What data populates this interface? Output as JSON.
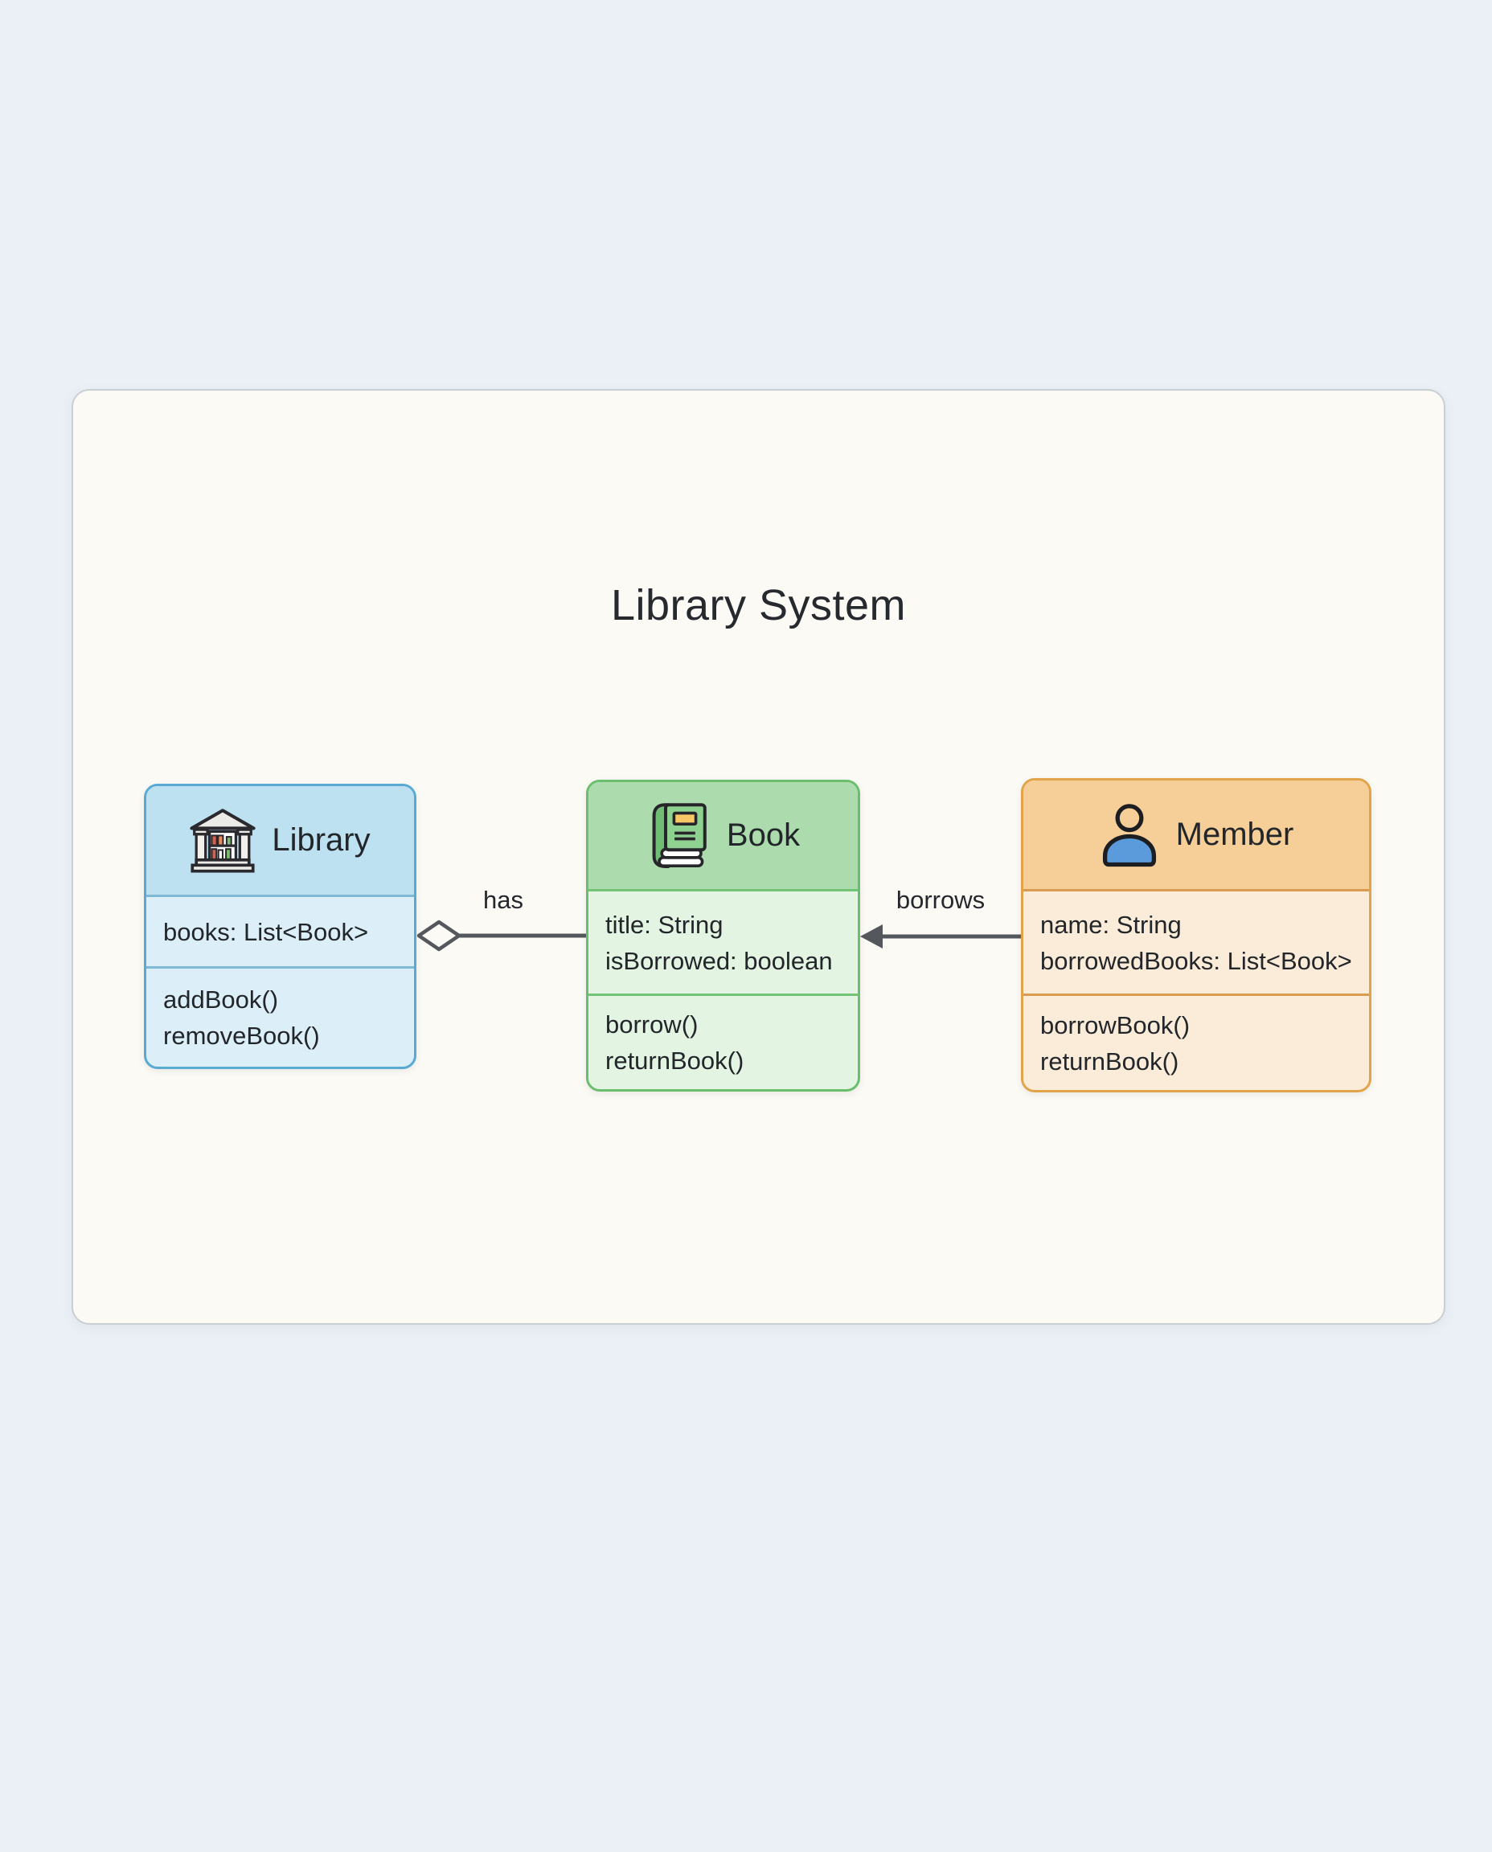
{
  "page": {
    "background": "#EBF0F6"
  },
  "canvas": {
    "background": "#FCFAF5",
    "border": "#CACFD4"
  },
  "title": "Library System",
  "text_color": "#22262A",
  "connector_color": "#54585D",
  "classes": [
    {
      "name": "Library",
      "icon": "library-building-icon",
      "attributes": [
        "books: List<Book>"
      ],
      "methods": [
        "addBook()",
        "removeBook()"
      ],
      "colors": {
        "border": "#58AAD3",
        "header": "#BEE1F2",
        "body": "#DCEFF9",
        "divider": "#7FB9D8"
      }
    },
    {
      "name": "Book",
      "icon": "book-icon",
      "attributes": [
        "title: String",
        "isBorrowed: boolean"
      ],
      "methods": [
        "borrow()",
        "returnBook()"
      ],
      "colors": {
        "border": "#6ABE6E",
        "header": "#ACDCAE",
        "body": "#E3F4E3",
        "divider": "#74C478"
      }
    },
    {
      "name": "Member",
      "icon": "person-icon",
      "attributes": [
        "name: String",
        "borrowedBooks: List<Book>"
      ],
      "methods": [
        "borrowBook()",
        "returnBook()"
      ],
      "colors": {
        "border": "#E2A44B",
        "header": "#F6CE97",
        "body": "#FAECD8",
        "divider": "#D99B4F"
      }
    }
  ],
  "relations": [
    {
      "label": "has",
      "type": "aggregation",
      "from": "Library",
      "to": "Book"
    },
    {
      "label": "borrows",
      "type": "directed-arrow",
      "from": "Member",
      "to": "Book"
    }
  ]
}
